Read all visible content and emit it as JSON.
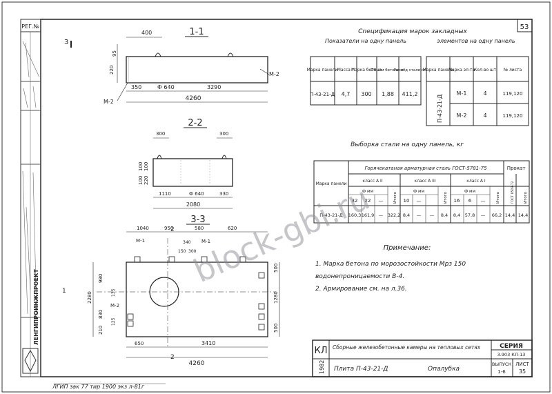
{
  "sheet": {
    "page_number": "53",
    "reg_label": "РЕГ.№",
    "org_stamp": "ЛЕНГИПРОИНЖПРОЕКТ",
    "bottom_note": "ЛГИП  зак 77  тир 1900 экз  л-81г",
    "watermark": "block-gbi.ru"
  },
  "section_1_1": {
    "title": "1-1",
    "dims": {
      "top": "400",
      "left_h": "95",
      "height": "220",
      "d1": "350",
      "d2": "Ф 640",
      "d3": "3290",
      "total": "4260"
    },
    "labels": {
      "m2a": "M-2",
      "m2b": "M-2",
      "mark3": "3"
    }
  },
  "section_2_2": {
    "title": "2-2",
    "dims": {
      "t1": "300",
      "t2": "300",
      "h1": "100",
      "h2": "100",
      "h3": "220",
      "h4": "100",
      "b1": "1110",
      "b2": "Ф 640",
      "b3": "330",
      "total": "2080"
    }
  },
  "section_3_3": {
    "title": "3-3",
    "dims": {
      "a": "1040",
      "b": "950",
      "c": "580",
      "d": "620",
      "e": "980",
      "f": "2280",
      "g": "830",
      "h": "210",
      "i": "500",
      "j": "1280",
      "k": "500",
      "l": "650",
      "m": "3410",
      "n": "4260",
      "o": "340",
      "p": "300",
      "q": "150",
      "r": "135",
      "s": "125"
    },
    "labels": {
      "m1": "M-1",
      "m1b": "M-1",
      "m2": "M-2",
      "mark1": "1",
      "mark2": "2",
      "mark2b": "2"
    }
  },
  "spec": {
    "title": "Спецификация  марок закладных",
    "table1_title": "Показатели на одну панель",
    "table2_title": "элементов на одну панель",
    "t1_headers": [
      "Марка панели",
      "Масса т",
      "Марка бетона",
      "Объем бетона м³",
      "Расход стали кг"
    ],
    "t1_row": [
      "П-43-21-Д",
      "4,7",
      "300",
      "1,88",
      "411,2"
    ],
    "t2_headers": [
      "Марка панели",
      "Марка эл-та",
      "Кол-во шт",
      "№ листа"
    ],
    "t2_panel": "П-43-21-Д",
    "t2_rows": [
      [
        "M-1",
        "4",
        "119,120"
      ],
      [
        "M-2",
        "4",
        "119,120"
      ]
    ]
  },
  "steel": {
    "title": "Выборка стали на одну панель, кг",
    "group_header": "Горячекатаная арматурная сталь ГОСТ-5781-75",
    "prokat": "Прокат",
    "col_mark": "Марка панели",
    "class_a2": "класс А II",
    "class_a3": "класс А III",
    "class_a1": "класс А I",
    "diam": "Ф мм",
    "itogo": "Итого",
    "total": "Итого",
    "gost": "ГОСТ 8509-72",
    "d": [
      "32",
      "22",
      "—",
      "10",
      "—",
      "16",
      "6",
      "—"
    ],
    "row": [
      "П-43-21-Д",
      "160,3",
      "161,9",
      "—",
      "322,2",
      "8,4",
      "—",
      "—",
      "8,4",
      "8,4",
      "57,8",
      "—",
      "66,2",
      "14,4",
      "14,4"
    ]
  },
  "notes": {
    "title": "Примечание:",
    "items": [
      "1. Марка бетона по морозостойкости  Мрз 150",
      "водонепроницаемости В-4.",
      "2. Армирование см. на л.36."
    ]
  },
  "title_block": {
    "kl": "КЛ",
    "year": "1982",
    "description": "Сборные железобетонные камеры на тепловых сетях",
    "series_label": "СЕРИЯ",
    "series_value": "3.903 КЛ-13",
    "issue_label": "ВЫПУСК",
    "issue_value": "1-6",
    "sheet_label": "ЛИСТ",
    "sheet_value": "35",
    "part": "Плита  П-43-21-Д",
    "kind": "Опалубка"
  }
}
